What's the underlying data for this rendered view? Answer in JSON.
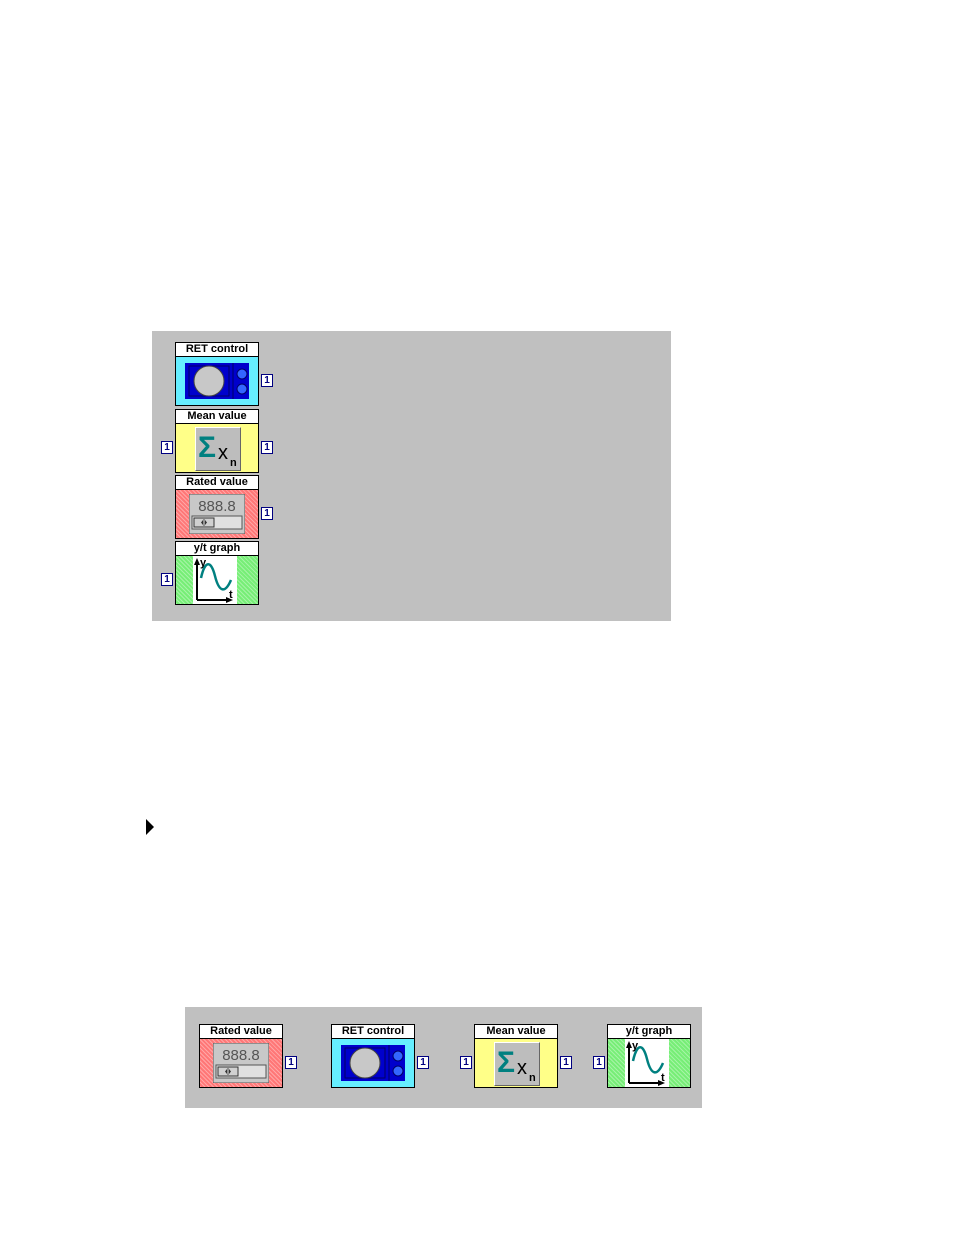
{
  "vertical_panel": {
    "blocks": [
      {
        "title": "RET control",
        "port_out": "1"
      },
      {
        "title": "Mean value",
        "port_in": "1",
        "port_out": "1"
      },
      {
        "title": "Rated value",
        "display": "888.8",
        "port_out": "1"
      },
      {
        "title": "y/t graph",
        "port_in": "1",
        "axis_y": "y",
        "axis_t": "t"
      }
    ]
  },
  "horizontal_panel": {
    "blocks": [
      {
        "title": "Rated value",
        "display": "888.8",
        "port_out": "1"
      },
      {
        "title": "RET control",
        "port_out": "1"
      },
      {
        "title": "Mean value",
        "port_in": "1",
        "port_out": "1"
      },
      {
        "title": "y/t graph",
        "port_in": "1",
        "axis_y": "y",
        "axis_t": "t"
      }
    ]
  },
  "colors": {
    "panel": "#c0c0c0",
    "ret_control": "#66eeff",
    "mean_value": "#ffff88",
    "rated_value": "#ff7777",
    "yt_graph": "#77ee77",
    "port": "#000080"
  },
  "icons": [
    "ret-control-icon",
    "sum-icon",
    "rated-value-icon",
    "yt-graph-icon",
    "triangle-pointer-icon"
  ]
}
